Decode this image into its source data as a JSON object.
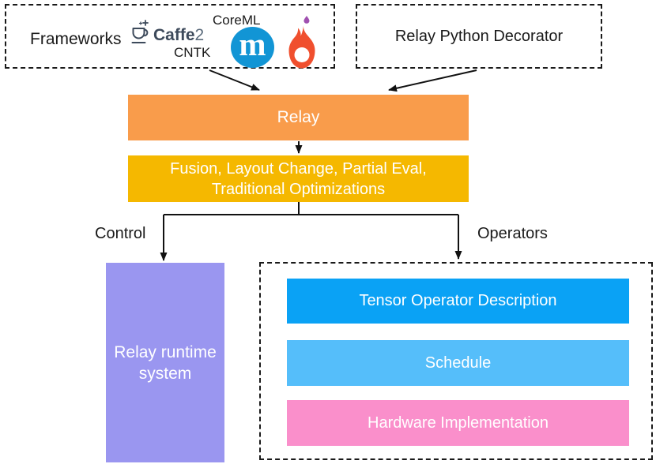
{
  "diagram": {
    "frameworks": {
      "label": "Frameworks",
      "caffe2_bold": "Caffe",
      "caffe2_num": "2",
      "coreml": "CoreML",
      "cntk": "CNTK",
      "mxnet_letter": "m"
    },
    "decorator": {
      "label": "Relay Python Decorator"
    },
    "relay": {
      "label": "Relay"
    },
    "optimizations": {
      "line1": "Fusion, Layout Change, Partial Eval,",
      "line2": "Traditional Optimizations"
    },
    "branches": {
      "control": "Control",
      "operators": "Operators"
    },
    "runtime": {
      "line1": "Relay runtime",
      "line2": "system"
    },
    "pipeline": {
      "tensor": "Tensor Operator Description",
      "schedule": "Schedule",
      "hardware": "Hardware Implementation"
    },
    "colors": {
      "relay_orange": "#F99C4B",
      "optimization_gold": "#F5B800",
      "runtime_purple": "#9A96F0",
      "tensor_blue": "#0AA2F5",
      "schedule_blue": "#55BEFA",
      "hardware_pink": "#FA8FCB",
      "mxnet_blue": "#1295D5",
      "flame_orange": "#F04F2E",
      "flame_drop_purple": "#A050B0",
      "caffe_slate": "#3D4A5B",
      "line_black": "#111111"
    }
  }
}
